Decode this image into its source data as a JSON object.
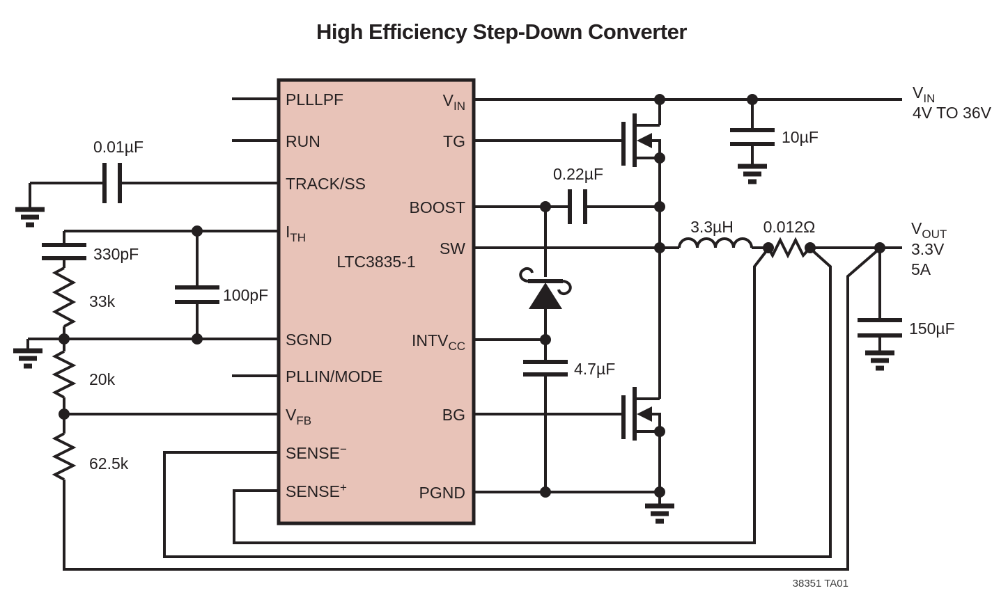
{
  "title": "High Efficiency Step-Down Converter",
  "ic": {
    "part_number": "LTC3835-1",
    "left_pins": [
      {
        "name": "PLLLPF",
        "text": "PLLLPF"
      },
      {
        "name": "RUN",
        "text": "RUN"
      },
      {
        "name": "TRACK-SS",
        "text": "TRACK/SS"
      },
      {
        "name": "ITH",
        "text": "I",
        "sub": "TH"
      },
      {
        "name": "SGND",
        "text": "SGND"
      },
      {
        "name": "PLLIN-MODE",
        "text": "PLLIN/MODE"
      },
      {
        "name": "VFB",
        "text": "V",
        "sub": "FB"
      },
      {
        "name": "SENSE-MINUS",
        "text": "SENSE",
        "sup": "−"
      },
      {
        "name": "SENSE-PLUS",
        "text": "SENSE",
        "sup": "+"
      }
    ],
    "right_pins": [
      {
        "name": "VIN",
        "text": "V",
        "sub": "IN"
      },
      {
        "name": "TG",
        "text": "TG"
      },
      {
        "name": "BOOST",
        "text": "BOOST"
      },
      {
        "name": "SW",
        "text": "SW"
      },
      {
        "name": "INTVCC",
        "text": "INTV",
        "sub": "CC"
      },
      {
        "name": "BG",
        "text": "BG"
      },
      {
        "name": "PGND",
        "text": "PGND"
      }
    ]
  },
  "components": {
    "track_ss_cap": "0.01µF",
    "ith_cap": "330pF",
    "ith_res": "33k",
    "ith_cap2": "100pF",
    "fb_res_lower": "20k",
    "fb_res_upper": "62.5k",
    "boost_cap": "0.22µF",
    "vin_cap": "10µF",
    "intvcc_cap": "4.7µF",
    "inductor": "3.3µH",
    "sense_res": "0.012Ω",
    "out_cap": "150µF"
  },
  "io": {
    "vin_name": "V",
    "vin_sub": "IN",
    "vin_range": "4V TO 36V",
    "vout_name": "V",
    "vout_sub": "OUT",
    "vout_voltage": "3.3V",
    "vout_current": "5A"
  },
  "footer": "38351 TA01",
  "colors": {
    "line": "#231f20",
    "ic_fill": "#e8c3b8"
  }
}
